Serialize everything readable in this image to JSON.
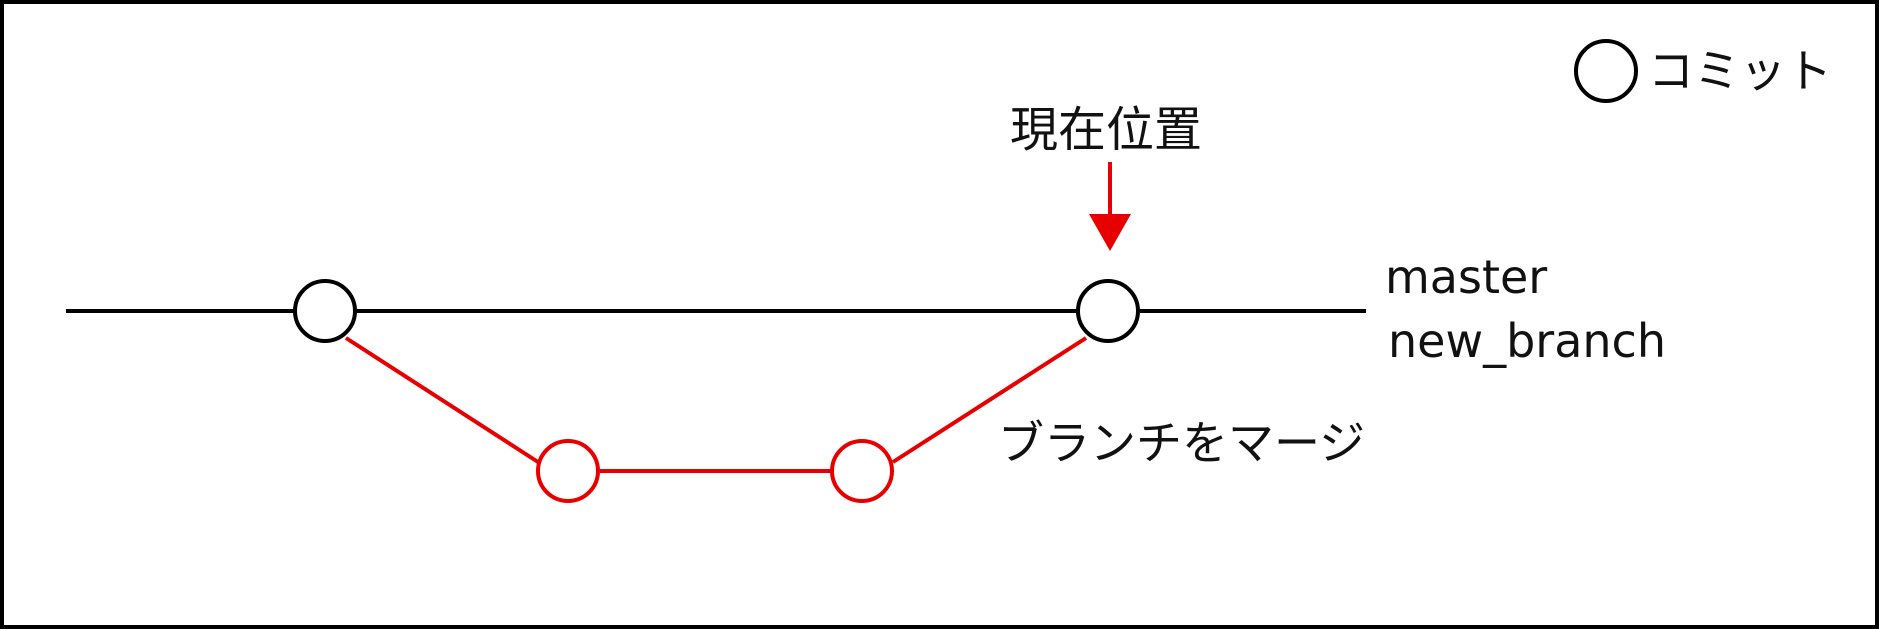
{
  "legend": {
    "commit_label": "コミット"
  },
  "labels": {
    "current_position": "現在位置",
    "master": "master",
    "new_branch": "new_branch",
    "merge_branch": "ブランチをマージ"
  },
  "colors": {
    "main_line": "#000000",
    "branch_line": "#e60000",
    "arrow": "#e60000",
    "frame": "#000000"
  }
}
